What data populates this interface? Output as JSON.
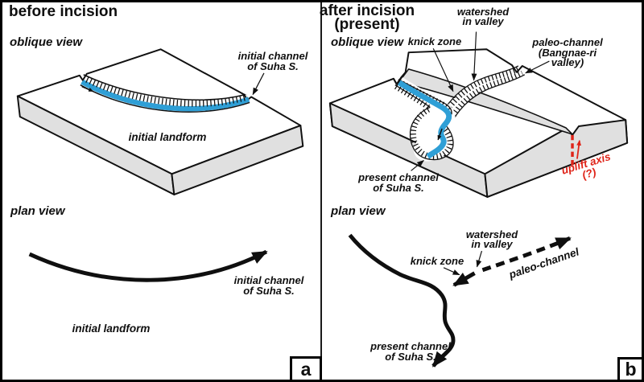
{
  "figure": {
    "description": "Two-panel geomorphic block diagram of river incision of the Suha Stream",
    "colors": {
      "water_blue": "#2f9fd6",
      "block_gray": "#e0e0e0",
      "uplift_red": "#df2318",
      "ink": "#0f0f0f"
    }
  },
  "panel_a": {
    "letter": "a",
    "title": "before incision",
    "oblique_view_label": "oblique view",
    "plan_view_label": "plan view",
    "oblique_labels": {
      "initial_channel": "initial channel\nof Suha S.",
      "initial_landform": "initial landform"
    },
    "plan_labels": {
      "initial_channel": "initial channel\nof Suha S.",
      "initial_landform": "initial landform"
    }
  },
  "panel_b": {
    "letter": "b",
    "title": "after incision\n(present)",
    "oblique_view_label": "oblique view",
    "plan_view_label": "plan view",
    "oblique_labels": {
      "watershed": "watershed\nin valley",
      "knick_zone": "knick zone",
      "paleo_channel": "paleo-channel\n(Bangnae-ri valley)",
      "present_channel": "present channel\nof Suha S.",
      "uplift_axis": "uplift axis (?)"
    },
    "plan_labels": {
      "watershed": "watershed\nin valley",
      "knick_zone": "knick zone",
      "paleo_channel": "paleo-channel",
      "present_channel": "present channel\nof Suha S."
    }
  }
}
